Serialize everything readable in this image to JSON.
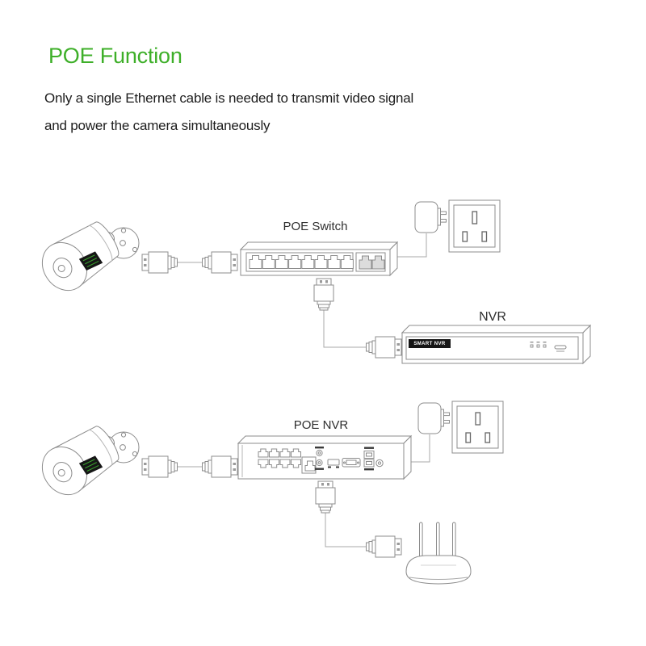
{
  "header": {
    "title": "POE Function",
    "subtitle_line1": "Only a single Ethernet cable is needed to transmit video signal",
    "subtitle_line2": "and power the camera simultaneously"
  },
  "colors": {
    "title_green": "#3eaf29",
    "body_text": "#1d1d1d",
    "line_gray": "#8c8c8c",
    "camera_label_green": "#3a9e2e"
  },
  "top_diagram": {
    "camera_icon": "bullet-ip-camera",
    "cable_icon": "ethernet-cable-rj45",
    "switch_label": "POE Switch",
    "switch_poe_ports": 8,
    "switch_uplink_ports": 2,
    "power_adapter_icon": "power-adapter",
    "wall_outlet_icon": "uk-wall-outlet",
    "nvr_label": "NVR",
    "nvr_badge": "SMART NVR"
  },
  "bottom_diagram": {
    "camera_icon": "bullet-ip-camera",
    "cable_icon": "ethernet-cable-rj45",
    "nvr_label": "POE NVR",
    "nvr_poe_ports": 8,
    "power_adapter_icon": "power-adapter",
    "wall_outlet_icon": "uk-wall-outlet",
    "router_icon": "wifi-router-three-antennas"
  }
}
